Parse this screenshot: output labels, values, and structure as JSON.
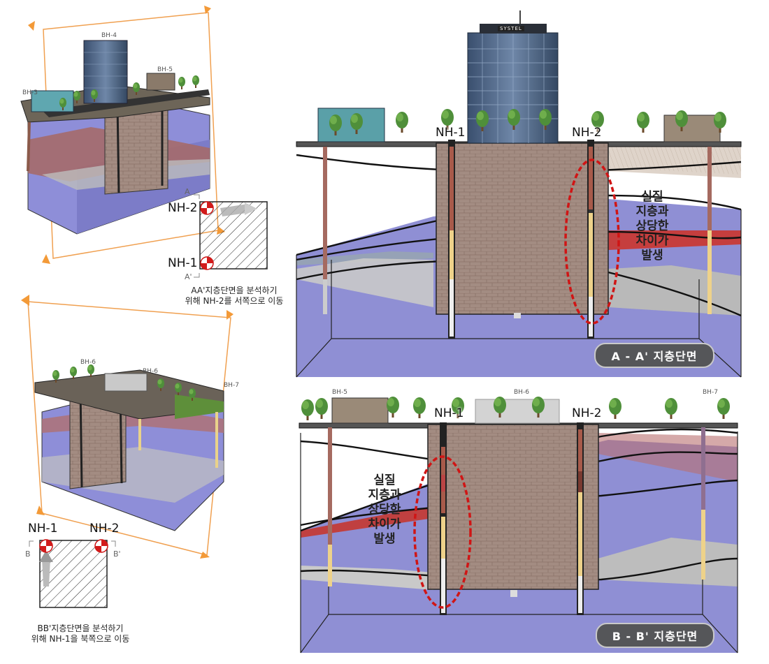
{
  "plan_top": {
    "wells": [
      {
        "label": "NH-2"
      },
      {
        "label": "NH-1"
      }
    ],
    "section_marks": {
      "start": "A",
      "end": "A'"
    },
    "caption": [
      "AA'지층단면을 분석하기",
      "위해 NH-2를 서쪽으로 이동"
    ]
  },
  "plan_bottom": {
    "wells": [
      {
        "label": "NH-1"
      },
      {
        "label": "NH-2"
      }
    ],
    "section_marks": {
      "start": "B",
      "end": "B'"
    },
    "caption": [
      "BB'지층단면을 분석하기",
      "위해 NH-1을 북쪽으로 이동"
    ]
  },
  "iso_top": {
    "tags": [
      "BH-4",
      "BH-5",
      "BH-3"
    ]
  },
  "iso_bottom": {
    "tags": [
      "BH-6",
      "BH-6",
      "BH-7"
    ]
  },
  "section_aa": {
    "building_sign": "SYSTEL",
    "wells": [
      {
        "label": "NH-1"
      },
      {
        "label": "NH-2"
      }
    ],
    "annotation": [
      "실질",
      "지층과",
      "상당한",
      "차이가",
      "발생"
    ],
    "badge": "A - A' 지층단면"
  },
  "section_bb": {
    "tags": [
      "BH-5",
      "BH-6",
      "BH-7"
    ],
    "wells": [
      {
        "label": "NH-1"
      },
      {
        "label": "NH-2"
      }
    ],
    "annotation": [
      "실질",
      "지층과",
      "상당한",
      "차이가",
      "발생"
    ],
    "badge": "B - B' 지층단면"
  },
  "colors": {
    "soil_blue": "#8f8fd4",
    "block": "#a08a80",
    "orange_frame": "#f0a050",
    "red_band": "#c44040",
    "ellipse": "#d01515",
    "badge_bg": "#555659"
  }
}
